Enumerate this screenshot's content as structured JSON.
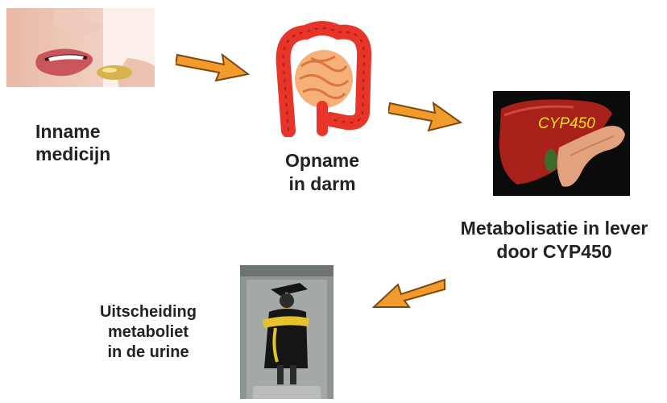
{
  "steps": [
    {
      "id": "intake",
      "line1": "Inname",
      "line2": "medicijn",
      "image": "pill-mouth-photo"
    },
    {
      "id": "absorption",
      "line1": "Opname",
      "line2": "in darm",
      "image": "intestine-illustration"
    },
    {
      "id": "metabolism",
      "line1": "Metabolisatie in lever",
      "line2": "door CYP450",
      "image": "liver-illustration",
      "image_label": "CYP450"
    },
    {
      "id": "excretion",
      "line1": "Uitscheiding",
      "line2": "metaboliet",
      "line3": "in de urine",
      "image": "statue-photo"
    }
  ],
  "colors": {
    "arrow_fill": "#F39A2C",
    "arrow_stroke": "#7A4A10",
    "liver_bg": "#0b0b0b",
    "liver": "#A8201A",
    "pancreas": "#E3A27E",
    "intestine_outer": "#E8352A",
    "intestine_inner": "#F6B07A",
    "cyp_text": "#F2E21A"
  }
}
